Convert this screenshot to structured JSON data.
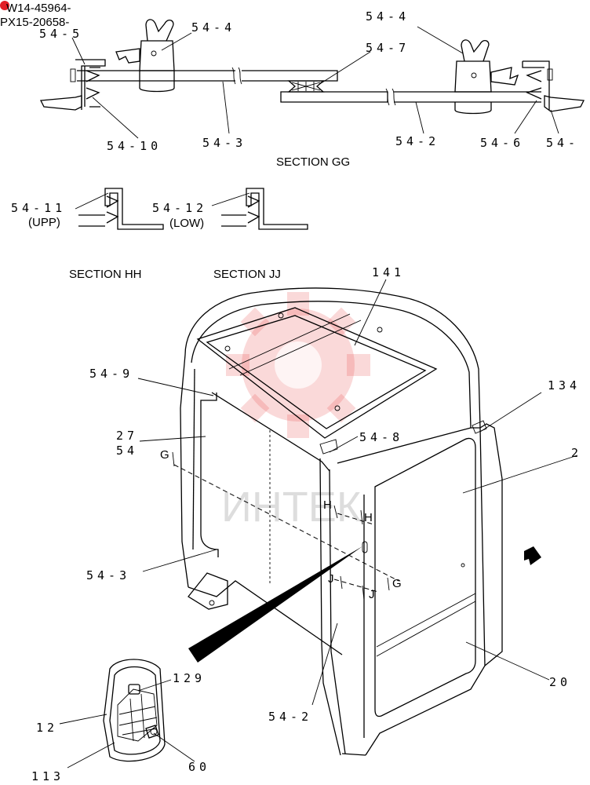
{
  "header": {
    "line1": "W14-45964-",
    "line2": "PX15-20658-"
  },
  "watermark": {
    "text": "ИНТЕК",
    "color": "#e32a2a"
  },
  "sections": {
    "gg": "SECTION GG",
    "hh": "SECTION HH",
    "jj": "SECTION JJ"
  },
  "sublabels": {
    "upp": "(UPP)",
    "low": "(LOW)"
  },
  "section_marks": {
    "g_left": "G",
    "g_right": "G",
    "h_left": "H",
    "h_right": "H",
    "j_left": "J",
    "j_right": "J"
  },
  "callouts": {
    "p54_5": "54-5",
    "p54_4a": "54-4",
    "p54_4b": "54-4",
    "p54_7": "54-7",
    "p54_10": "54-10",
    "p54_3a": "54-3",
    "p54_2a": "54-2",
    "p54_6": "54-6",
    "p54_cut": "54-",
    "p54_11": "54-11",
    "p54_12": "54-12",
    "p141": "141",
    "p54_9": "54-9",
    "p134": "134",
    "p27": "27",
    "p54": "54",
    "p54_8": "54-8",
    "p2": "2",
    "p54_3b": "54-3",
    "p20": "20",
    "p129": "129",
    "p12": "12",
    "p54_2b": "54-2",
    "p113": "113",
    "p60": "60"
  }
}
